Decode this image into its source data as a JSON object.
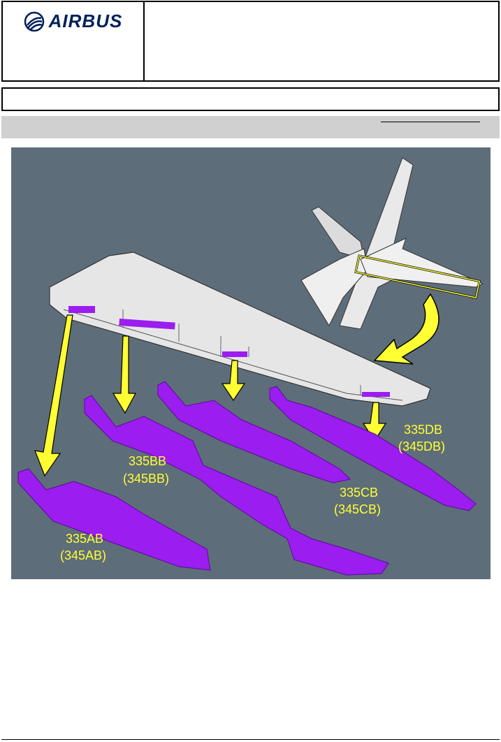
{
  "header": {
    "logo_text": "AIRBUS",
    "logo_icon": "airbus-swirl-icon"
  },
  "figure": {
    "labels": [
      {
        "name": "label-335ab",
        "line1": "335AB",
        "line2": "(345AB)"
      },
      {
        "name": "label-335bb",
        "line1": "335BB",
        "line2": "(345BB)"
      },
      {
        "name": "label-335cb",
        "line1": "335CB",
        "line2": "(345CB)"
      },
      {
        "name": "label-335db",
        "line1": "335DB",
        "line2": "(345DB)"
      }
    ],
    "colors": {
      "background": "#5e6d7a",
      "panel": "#9b1df0",
      "arrow": "#ffff33",
      "wing": "#e4e4e4"
    }
  }
}
